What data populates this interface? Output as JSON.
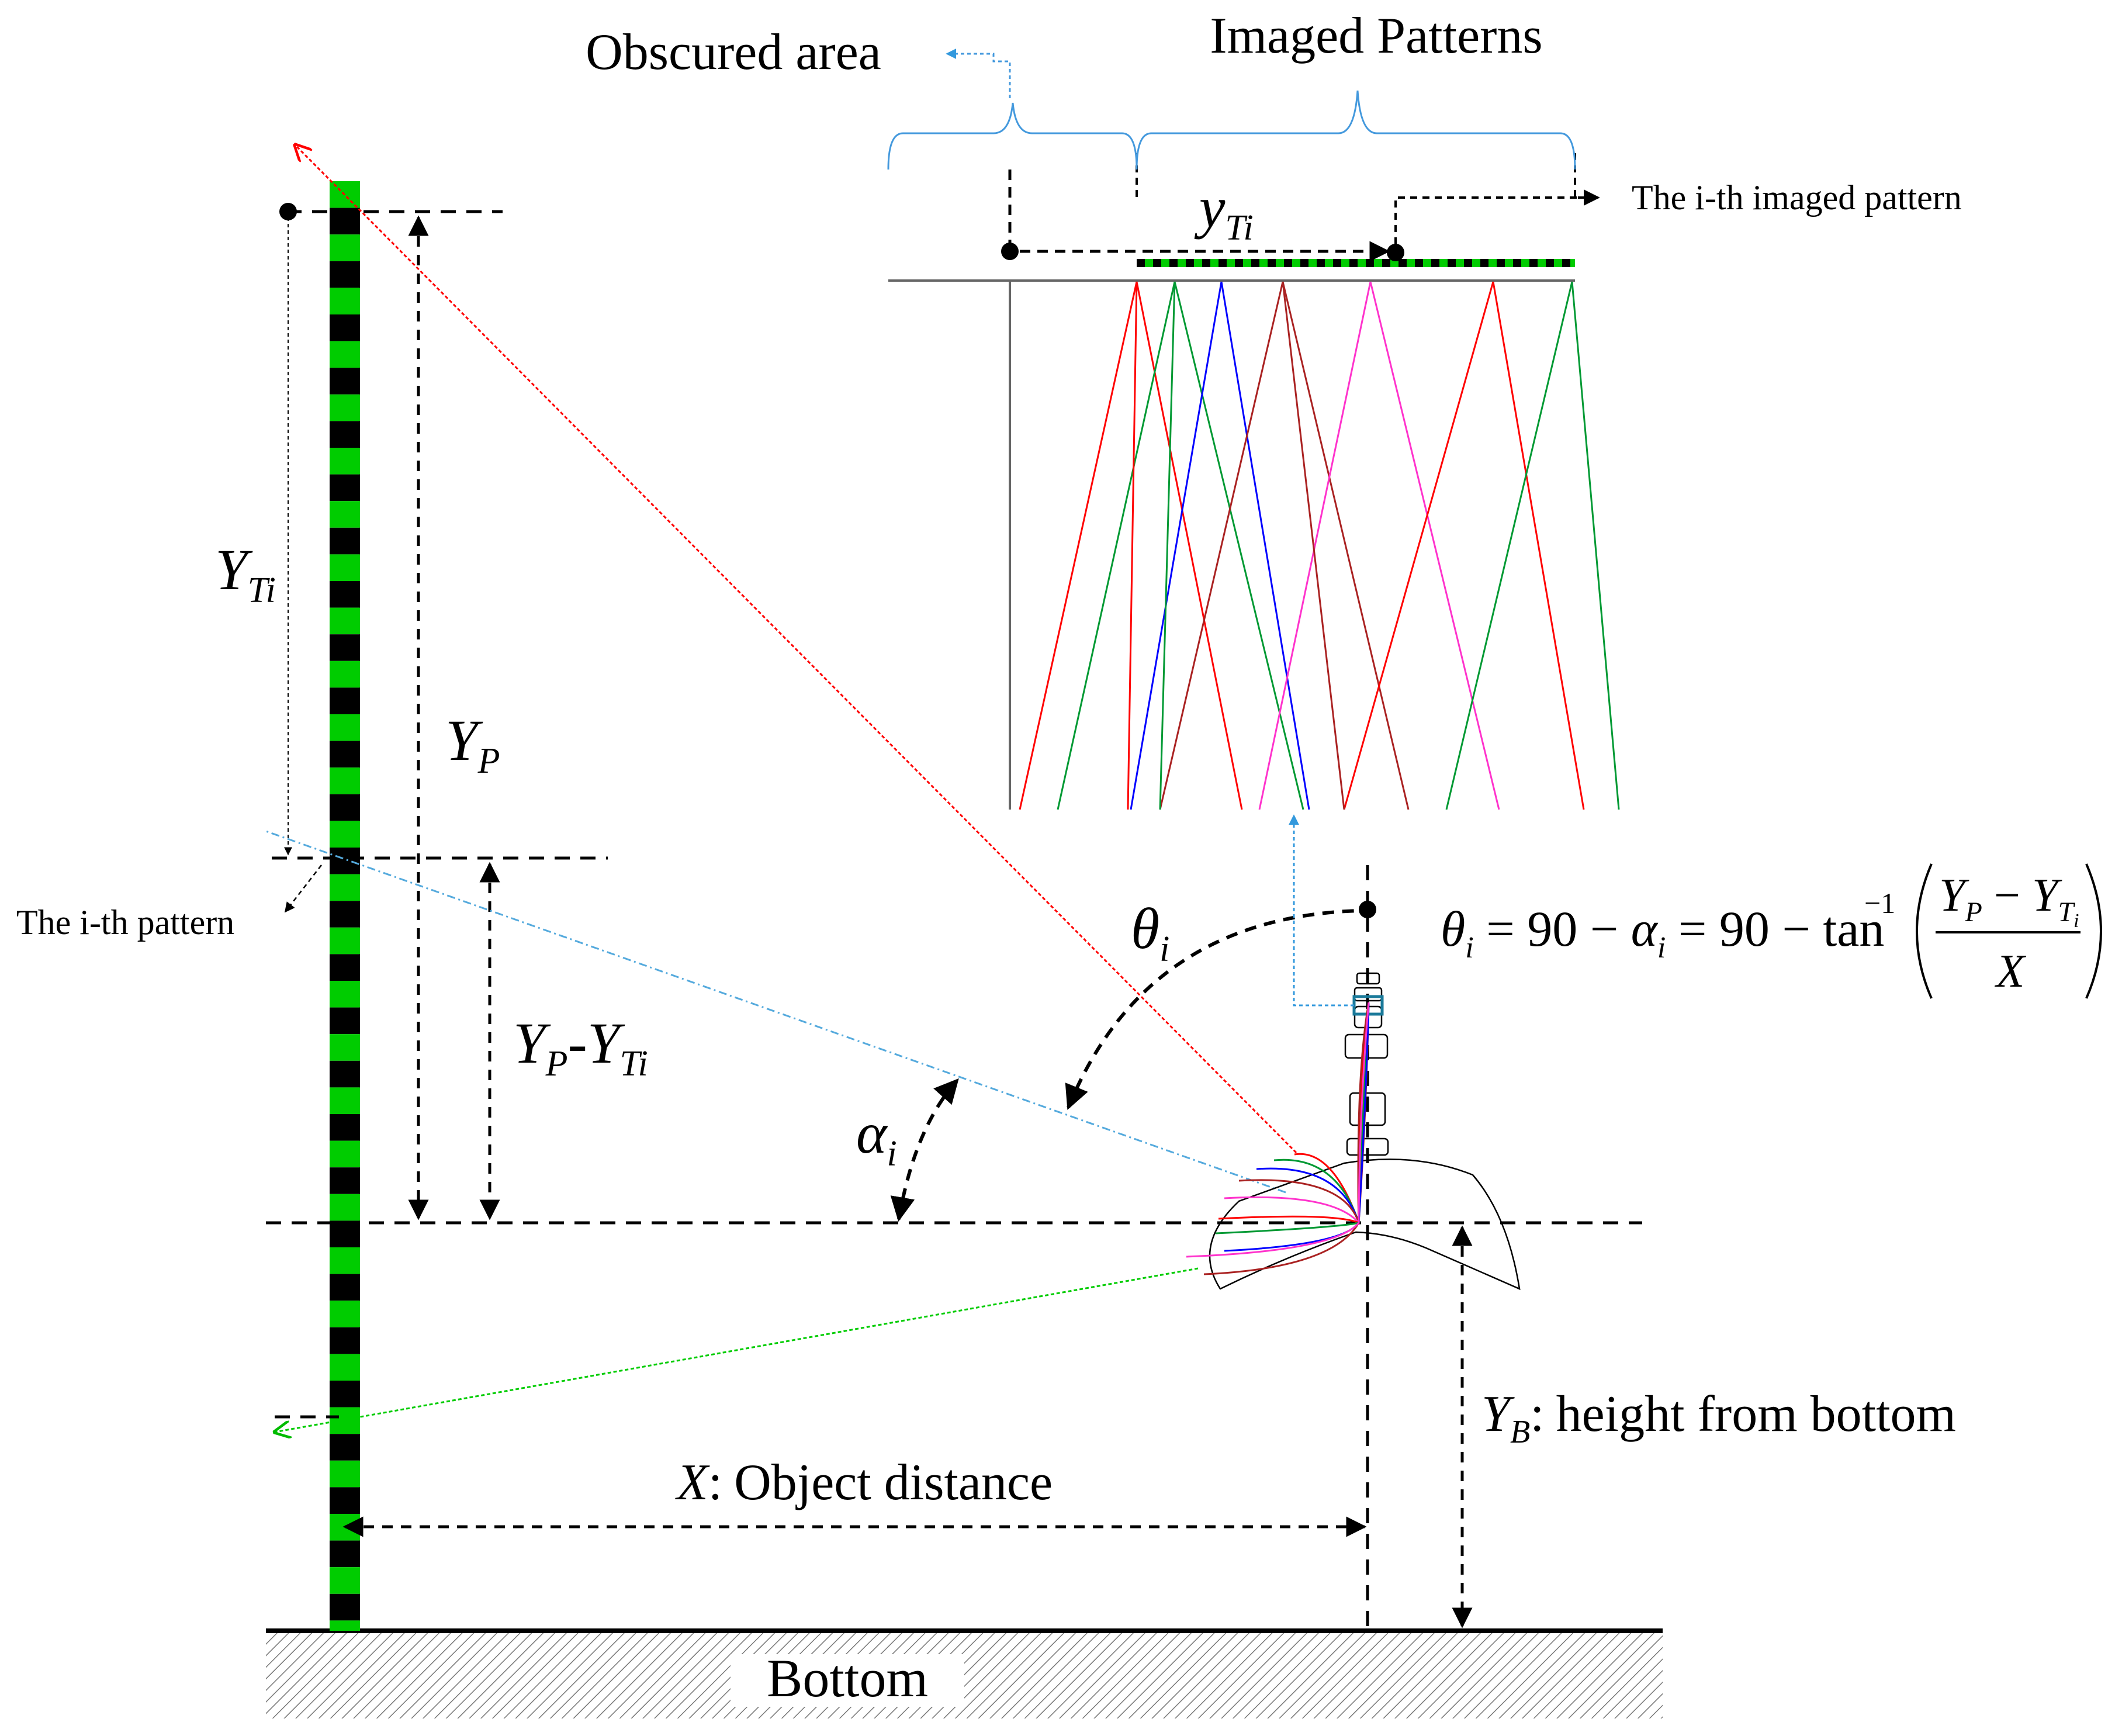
{
  "labels": {
    "obscured_area": "Obscured area",
    "imaged_patterns": "Imaged Patterns",
    "ith_imaged_pattern": "The i-th imaged pattern",
    "ith_pattern": "The i-th pattern",
    "object_distance": "Object distance",
    "height_from_bottom": "height from bottom",
    "bottom": "Bottom"
  },
  "symbols": {
    "y_T_i": {
      "base": "y",
      "sub": "Ti"
    },
    "Y_T_i": {
      "base": "Y",
      "sub": "Ti"
    },
    "Y_P": {
      "base": "Y",
      "sub": "P"
    },
    "Y_P_minus_Y_T_i": {
      "a_base": "Y",
      "a_sub": "P",
      "sep": "-",
      "b_base": "Y",
      "b_sub": "Ti"
    },
    "theta_i": {
      "base": "θ",
      "sub": "i"
    },
    "alpha_i": {
      "base": "α",
      "sub": "i"
    },
    "X_prefix": {
      "base": "X",
      "colon": ":"
    },
    "Y_B_prefix": {
      "base": "Y",
      "sub": "B",
      "colon": ":"
    }
  },
  "equation": {
    "theta": "θ",
    "theta_sub": "i",
    "eq1": " = 90 − ",
    "alpha": "α",
    "alpha_sub": "i",
    "eq2": " = 90 − tan",
    "exponent": "−1",
    "num_a": "Y",
    "num_a_sub": "P",
    "num_minus": " − ",
    "num_b": "Y",
    "num_b_sub": "T",
    "num_b_subsub": "i",
    "den": "X"
  },
  "colors": {
    "pattern_green": "#00cc00",
    "pattern_black": "#000000",
    "ray_red": "#ff0000",
    "ray_green": "#009933",
    "ray_blue": "#0000ff",
    "ray_brown": "#aa2222",
    "ray_magenta": "#ff33cc",
    "bracket_blue": "#4499dd",
    "chief_ray_blue": "#3399cc",
    "ground_hatch": "#888888"
  }
}
